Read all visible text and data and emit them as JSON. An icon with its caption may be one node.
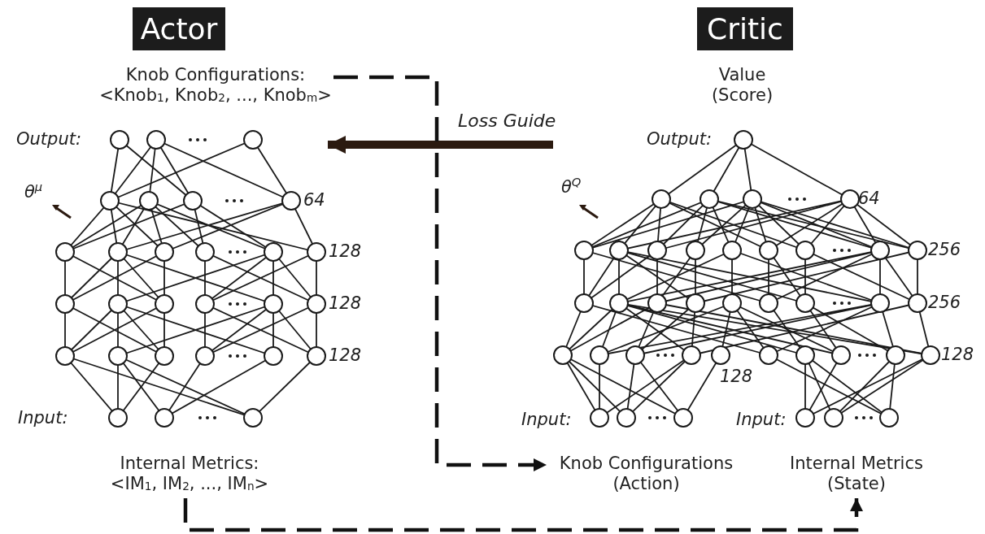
{
  "diagram": {
    "nodes": [
      {
        "text": [
          "Actor"
        ]
      },
      {
        "text": [
          "Critic"
        ]
      },
      {
        "text": [
          "Knob Configurations: <Knob$_{1}$, Knob$_{2}$, ..., Knob$_{m}$>"
        ]
      },
      {
        "text": [],
        "shape": "picture"
      },
      {
        "text": [
          "Value (Score)"
        ]
      },
      {
        "text": [],
        "shape": "picture"
      },
      {
        "text": [
          "Internal Metrics: <IM$_{1}$, IM$_{2}$, ..., IM$_{n}$>"
        ]
      },
      {
        "text": [
          "Knob Configurations (Action)"
        ]
      },
      {
        "text": [
          "Internal Metrics (State)"
        ]
      }
    ],
    "edges": [
      {
        "from": 5,
        "to": 3,
        "arrow": "to",
        "label": "Loss Guide",
        "style": "thick",
        "color": "#2b1a10"
      },
      {
        "from": 2,
        "to": 7,
        "arrow": "to",
        "style": "dashed"
      },
      {
        "from": 6,
        "to": 8,
        "arrow": "to",
        "style": "dashed"
      }
    ],
    "labels": [
      "Output:",
      "θ$^{μ}$",
      "64",
      "128",
      "128",
      "128",
      "Input:",
      "Output:",
      "θ$^{Q}$",
      "64",
      "256",
      "256",
      "128",
      "128",
      "Input:",
      "Input:"
    ]
  }
}
